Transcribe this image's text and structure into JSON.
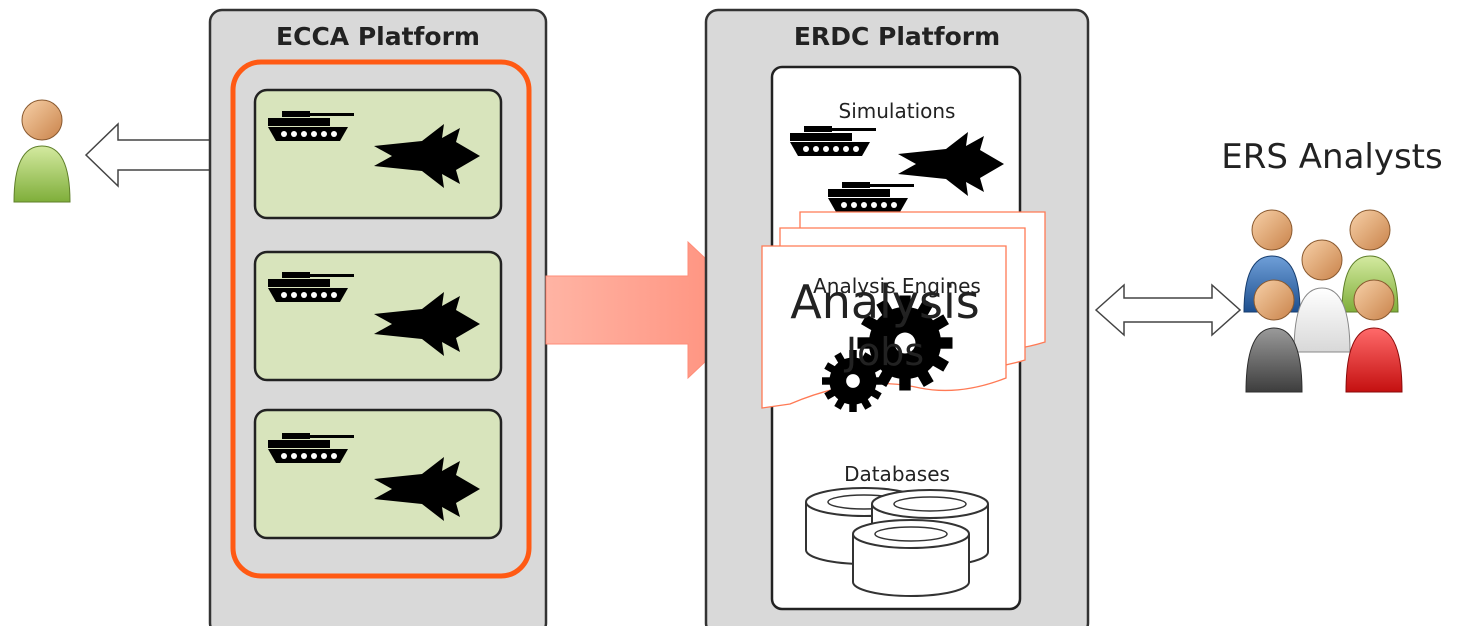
{
  "ecca": {
    "title": "ECCA Platform",
    "panel_count": 3
  },
  "erdc": {
    "title": "ERDC Platform",
    "simulations_label": "Simulations",
    "analysis_engines_label": "Analysis Engines",
    "analysis_overlay_line1": "Analysis",
    "analysis_overlay_line2": "Jobs",
    "databases_label": "Databases"
  },
  "analysts": {
    "label": "ERS Analysts"
  },
  "colors": {
    "platform_fill": "#d9d9d9",
    "panel_fill": "#d8e4bc",
    "highlight_stroke": "#ff5a14",
    "flow_arrow_fill": "#ff9a8a",
    "stack_stroke": "#ff7a55"
  },
  "icons": [
    "user-icon",
    "tank-icon",
    "fighter-jet-icon",
    "gear-icon",
    "database-icon",
    "double-arrow-icon",
    "flow-arrow-icon"
  ]
}
